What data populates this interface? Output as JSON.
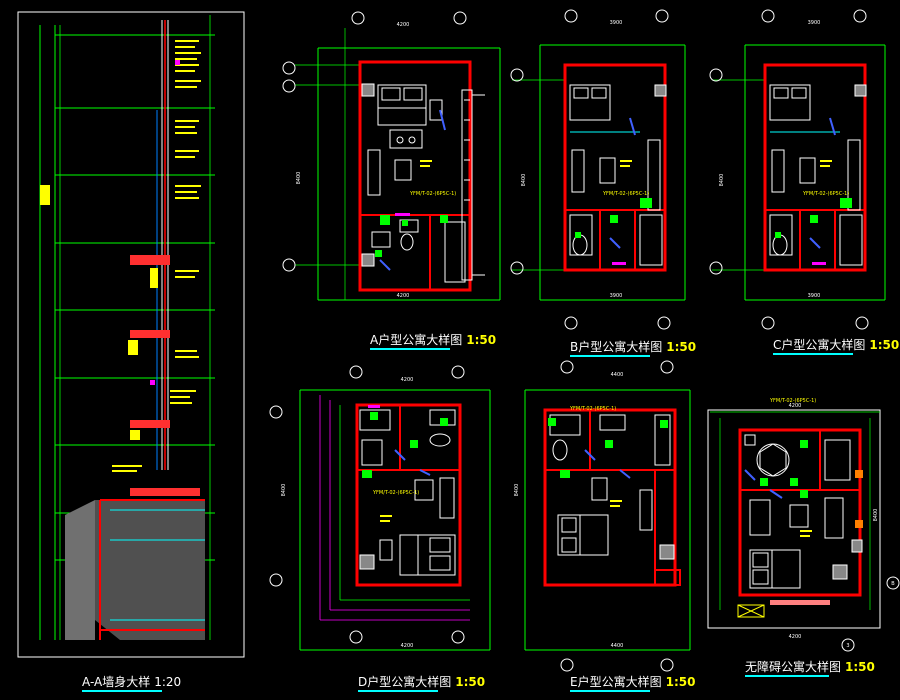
{
  "titles": {
    "section": {
      "name": "A-A墙身大样",
      "scale": "1:20"
    },
    "unit_a": {
      "name": "A户型公寓大样图",
      "scale": "1:50"
    },
    "unit_b": {
      "name": "B户型公寓大样图",
      "scale": "1:50"
    },
    "unit_c": {
      "name": "C户型公寓大样图",
      "scale": "1:50"
    },
    "unit_d": {
      "name": "D户型公寓大样图",
      "scale": "1:50"
    },
    "unit_e": {
      "name": "E户型公寓大样图",
      "scale": "1:50"
    },
    "unit_f": {
      "name": "无障碍公寓大样图",
      "scale": "1:50"
    }
  },
  "dims": {
    "a_top": "4200",
    "a_bottom": "4200",
    "a_left": "8400",
    "b_top": "3900",
    "b_bottom": "3900",
    "b_left": "8400",
    "c_top": "3900",
    "c_bottom": "3900",
    "c_left": "8400",
    "d_top": "4200",
    "d_bottom": "4200",
    "d_left": "8400",
    "e_top": "4400",
    "e_bottom": "4400",
    "e_left": "8400",
    "f_top": "4200",
    "f_bottom": "4200",
    "f_right": "8400"
  },
  "door_tags": {
    "a": "YFM/T-02-(6P5C-1)",
    "b": "YFM/T-02-(6P5C-1)",
    "c": "YFM/T-02-(6P5C-1)",
    "d": "YFM/T-02-(6P5C-1)",
    "e": "YFM/T-02-(6P5C-1)",
    "f": "YFM/T-02-(6P5C-1)"
  },
  "axis_labels": {
    "f_axis": "B",
    "f_bottom_axis": "3"
  },
  "colors": {
    "background": "#000000",
    "wall": "#ff0000",
    "dimension": "#00ff00",
    "furniture": "#ffffff",
    "annotation": "#ffff00",
    "tag": "#ff00ff",
    "underline": "#00ffff",
    "frame": "#ffffff"
  }
}
